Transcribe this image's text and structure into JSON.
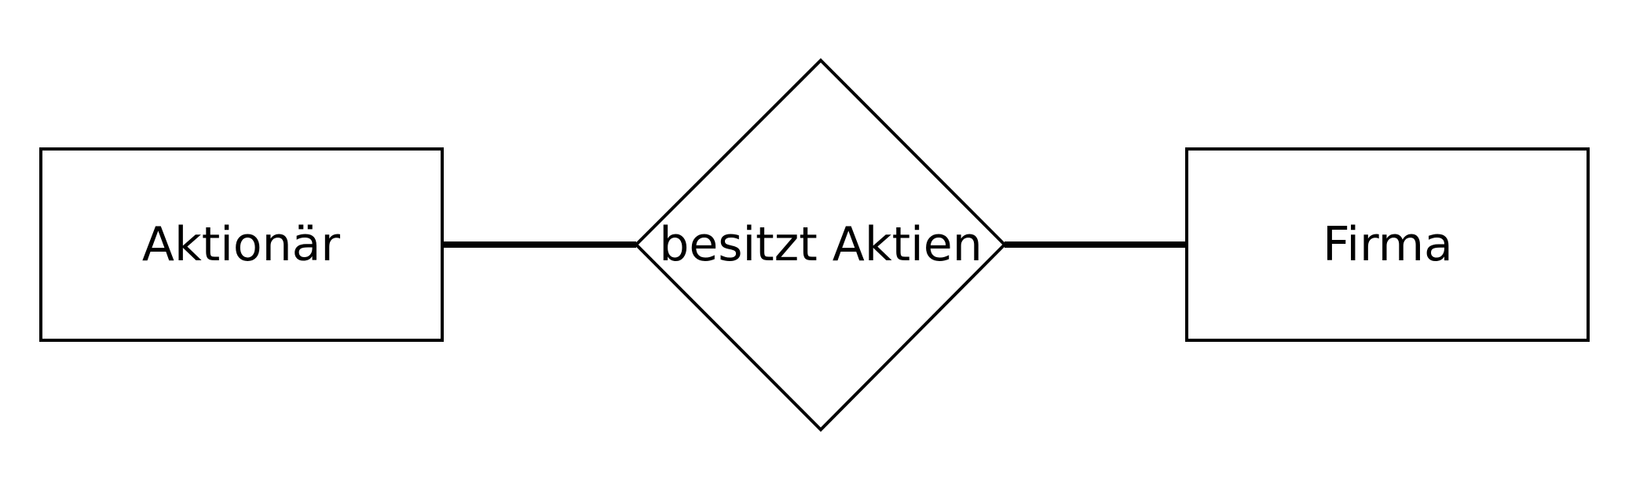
{
  "diagram": {
    "type": "entity-relationship",
    "entities": [
      {
        "id": "aktionaer",
        "label": "Aktionär"
      },
      {
        "id": "firma",
        "label": "Firma"
      }
    ],
    "relationship": {
      "id": "besitzt-aktien",
      "label": "besitzt Aktien"
    },
    "connections": [
      {
        "from": "aktionaer",
        "to": "besitzt-aktien",
        "style": "thick"
      },
      {
        "from": "besitzt-aktien",
        "to": "firma",
        "style": "thick"
      }
    ]
  }
}
